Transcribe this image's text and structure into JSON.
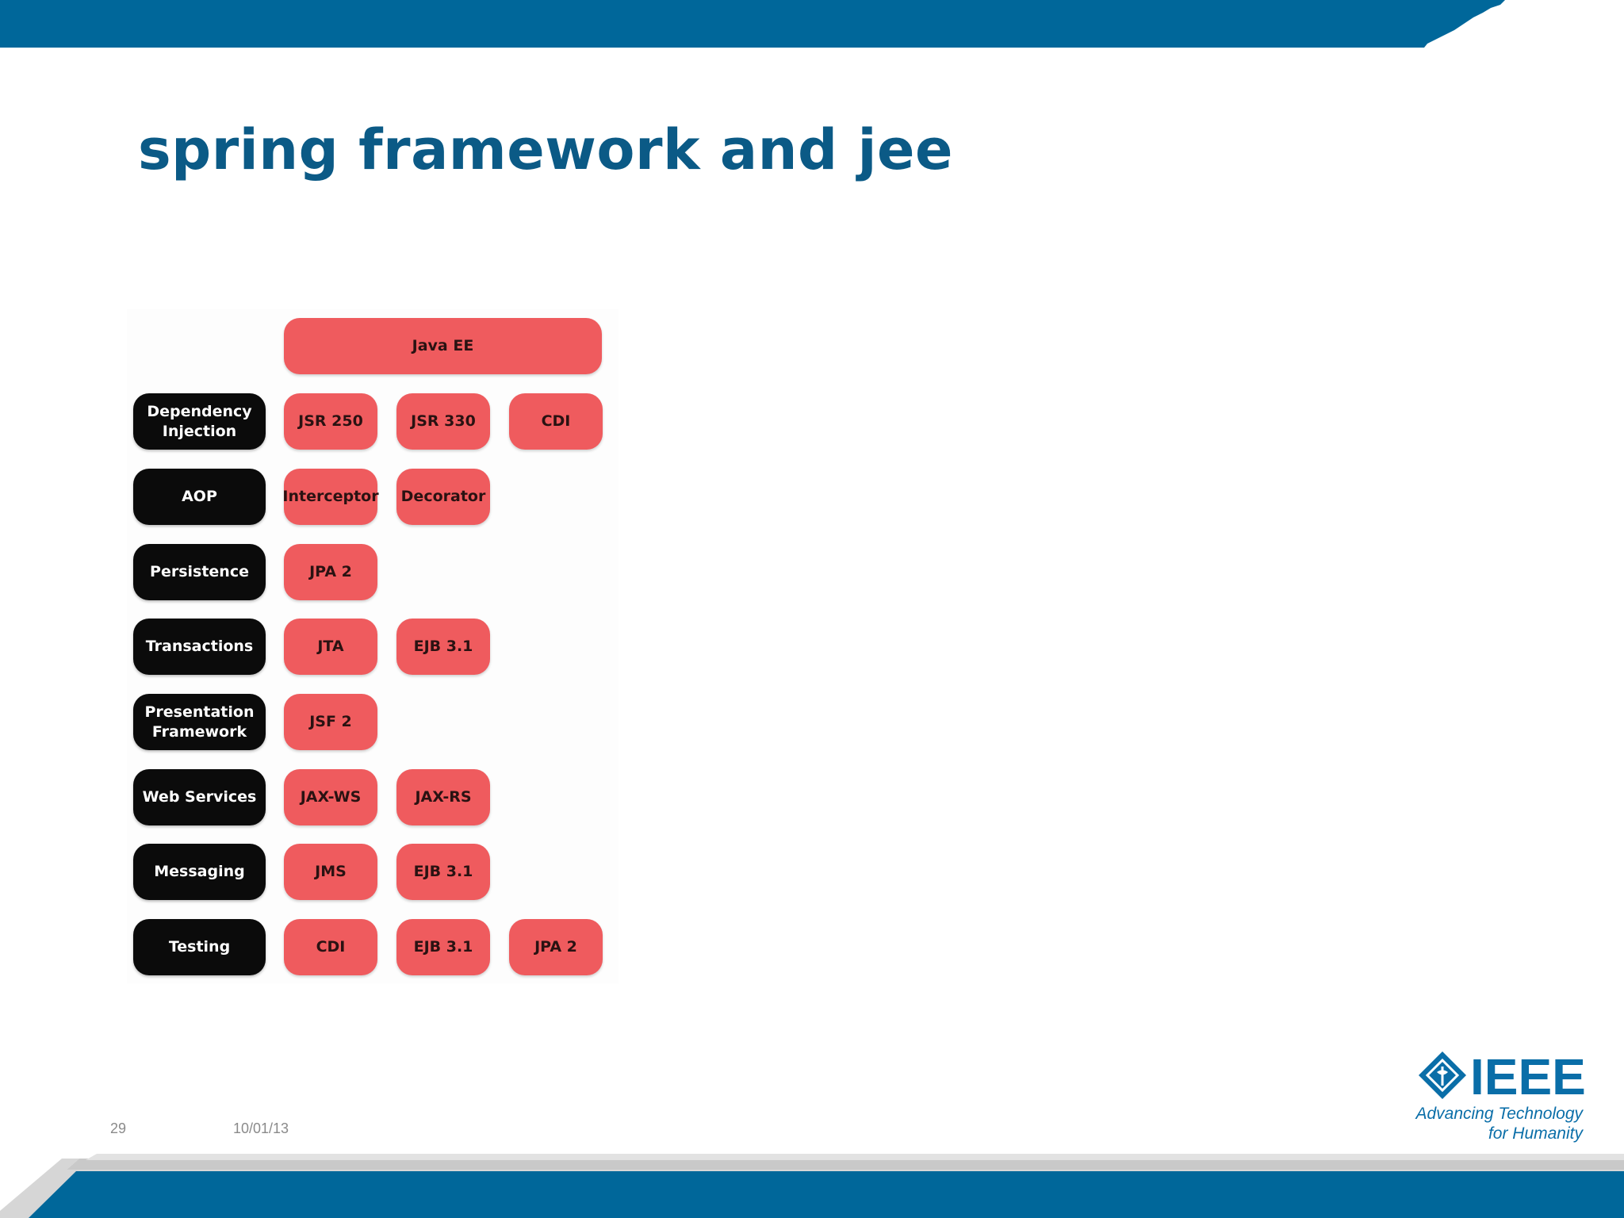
{
  "slide": {
    "title": "spring framework and jee",
    "page_number": "29",
    "date": "10/01/13"
  },
  "diagram": {
    "header": "Java EE",
    "rows": [
      {
        "category": [
          "Dependency",
          "Injection"
        ],
        "items": [
          "JSR 250",
          "JSR 330",
          "CDI"
        ]
      },
      {
        "category": [
          "AOP"
        ],
        "items": [
          "Interceptor",
          "Decorator"
        ]
      },
      {
        "category": [
          "Persistence"
        ],
        "items": [
          "JPA 2"
        ]
      },
      {
        "category": [
          "Transactions"
        ],
        "items": [
          "JTA",
          "EJB 3.1"
        ]
      },
      {
        "category": [
          "Presentation",
          "Framework"
        ],
        "items": [
          "JSF 2"
        ]
      },
      {
        "category": [
          "Web Services"
        ],
        "items": [
          "JAX-WS",
          "JAX-RS"
        ]
      },
      {
        "category": [
          "Messaging"
        ],
        "items": [
          "JMS",
          "EJB 3.1"
        ]
      },
      {
        "category": [
          "Testing"
        ],
        "items": [
          "CDI",
          "EJB 3.1",
          "JPA 2"
        ]
      }
    ]
  },
  "logo": {
    "name": "IEEE",
    "tagline_line1": "Advancing Technology",
    "tagline_line2": "for Humanity",
    "icon": "ieee-diamond-icon"
  },
  "colors": {
    "brand_blue": "#00679a",
    "title_blue": "#0b5a86",
    "category_box": "#0b0b0b",
    "tech_box": "#ef5b5e",
    "logo_blue": "#0a6ea8"
  }
}
